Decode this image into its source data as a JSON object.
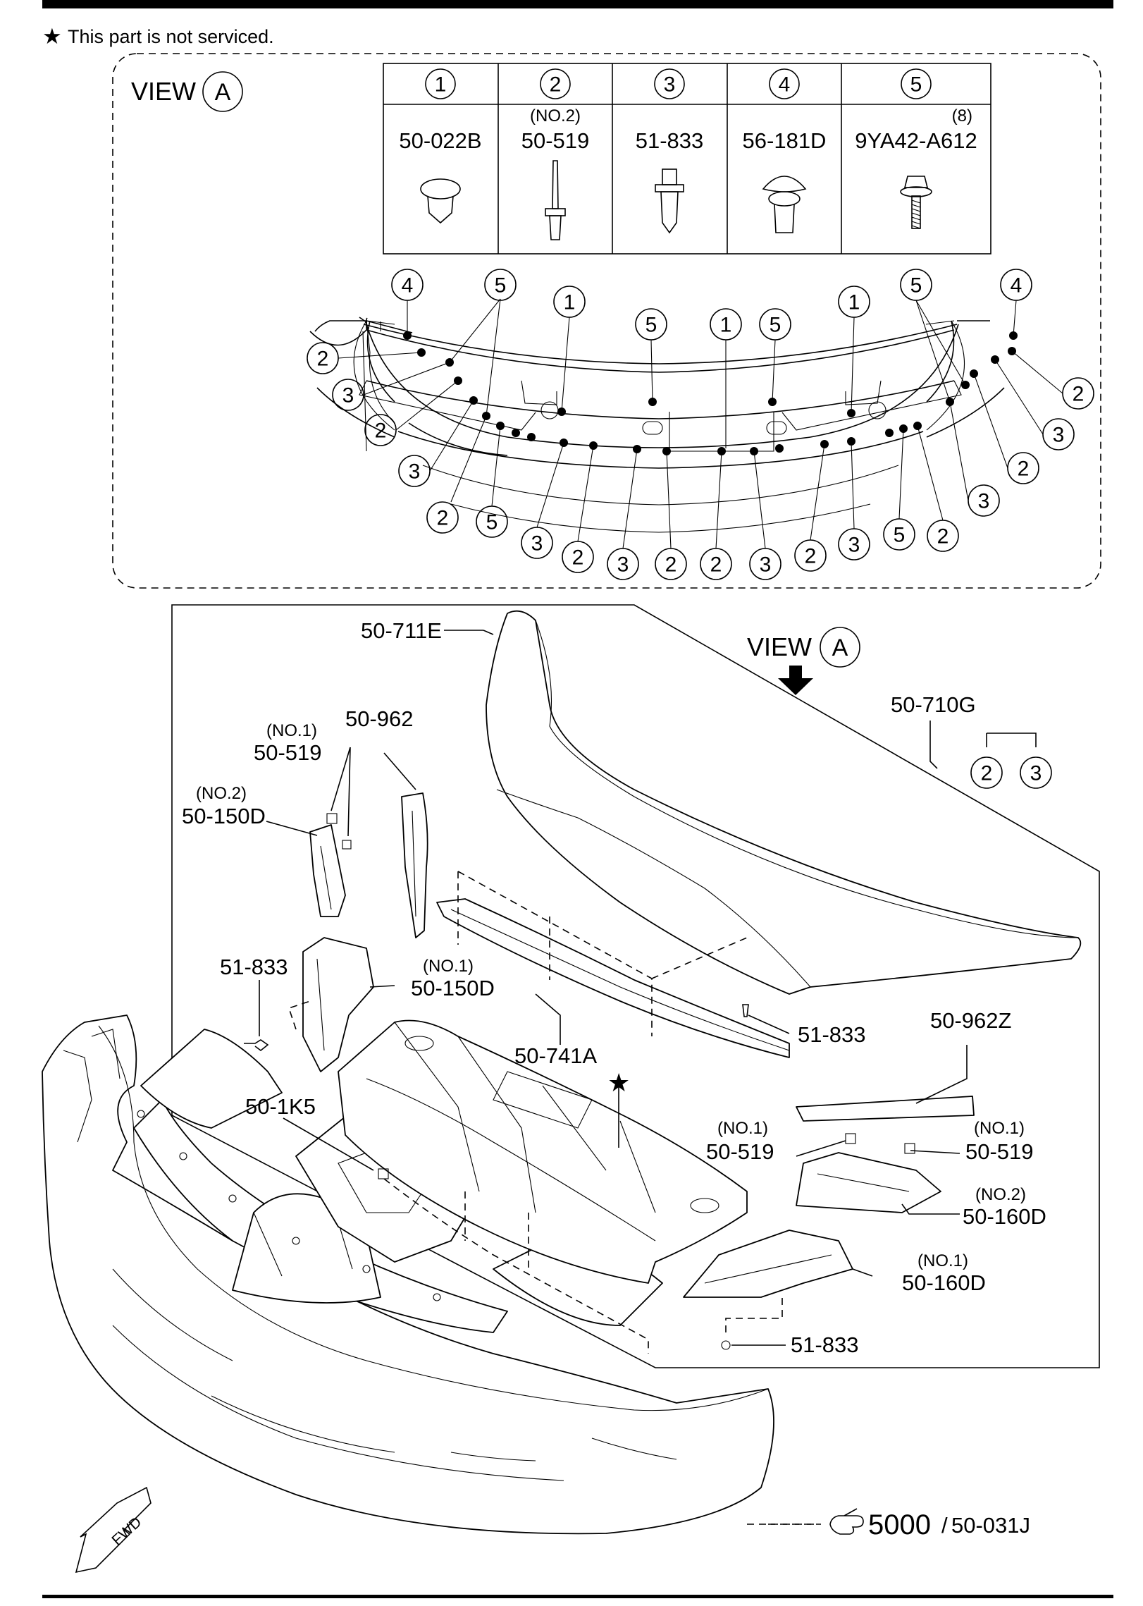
{
  "note": {
    "symbol": "★",
    "text": "This part is not serviced."
  },
  "view_a": {
    "view_label": "VIEW",
    "view_letter": "A",
    "fastener_table": [
      {
        "num": "1",
        "qualifier": "",
        "part": "50-022B",
        "icon": "push-clip-icon"
      },
      {
        "num": "2",
        "qualifier": "(NO.2)",
        "part": "50-519",
        "icon": "pin-rivet-icon"
      },
      {
        "num": "3",
        "qualifier": "",
        "part": "51-833",
        "icon": "screw-grommet-icon"
      },
      {
        "num": "4",
        "qualifier": "",
        "part": "56-181D",
        "icon": "mushroom-clip-icon"
      },
      {
        "num": "5",
        "qualifier": "(8)",
        "part": "9YA42-A612",
        "icon": "flange-bolt-icon"
      }
    ],
    "callout_numbers": [
      "4",
      "5",
      "1",
      "5",
      "1",
      "5",
      "1",
      "5",
      "4",
      "2",
      "3",
      "2",
      "3",
      "2",
      "5",
      "3",
      "2",
      "3",
      "2",
      "2",
      "3",
      "2",
      "3",
      "5",
      "2",
      "2",
      "3",
      "2",
      "3"
    ]
  },
  "main": {
    "view_label": "VIEW",
    "view_letter": "A",
    "labels": {
      "p50_711E": "50-711E",
      "p50_710G": "50-710G",
      "p50_710G_nums": [
        "2",
        "3"
      ],
      "p50_962": "50-962",
      "p50_519_no1_q": "(NO.1)",
      "p50_519_a": "50-519",
      "p50_150D_no2_q": "(NO.2)",
      "p50_150D_a": "50-150D",
      "p51_833_a": "51-833",
      "p50_150D_no1_q": "(NO.1)",
      "p50_150D_b": "50-150D",
      "p50_741A": "50-741A",
      "p51_833_b": "51-833",
      "p50_962Z": "50-962Z",
      "p50_1K5": "50-1K5",
      "star": "★",
      "p50_519_b_q": "(NO.1)",
      "p50_519_b": "50-519",
      "p50_519_c_q": "(NO.1)",
      "p50_519_c": "50-519",
      "p50_160D_no2_q": "(NO.2)",
      "p50_160D_a": "50-160D",
      "p50_160D_no1_q": "(NO.1)",
      "p50_160D_b": "50-160D",
      "p51_833_c": "51-833"
    },
    "reference": {
      "group": "5000",
      "separator": "/",
      "part": "50-031J"
    },
    "fwd": "FWD"
  }
}
